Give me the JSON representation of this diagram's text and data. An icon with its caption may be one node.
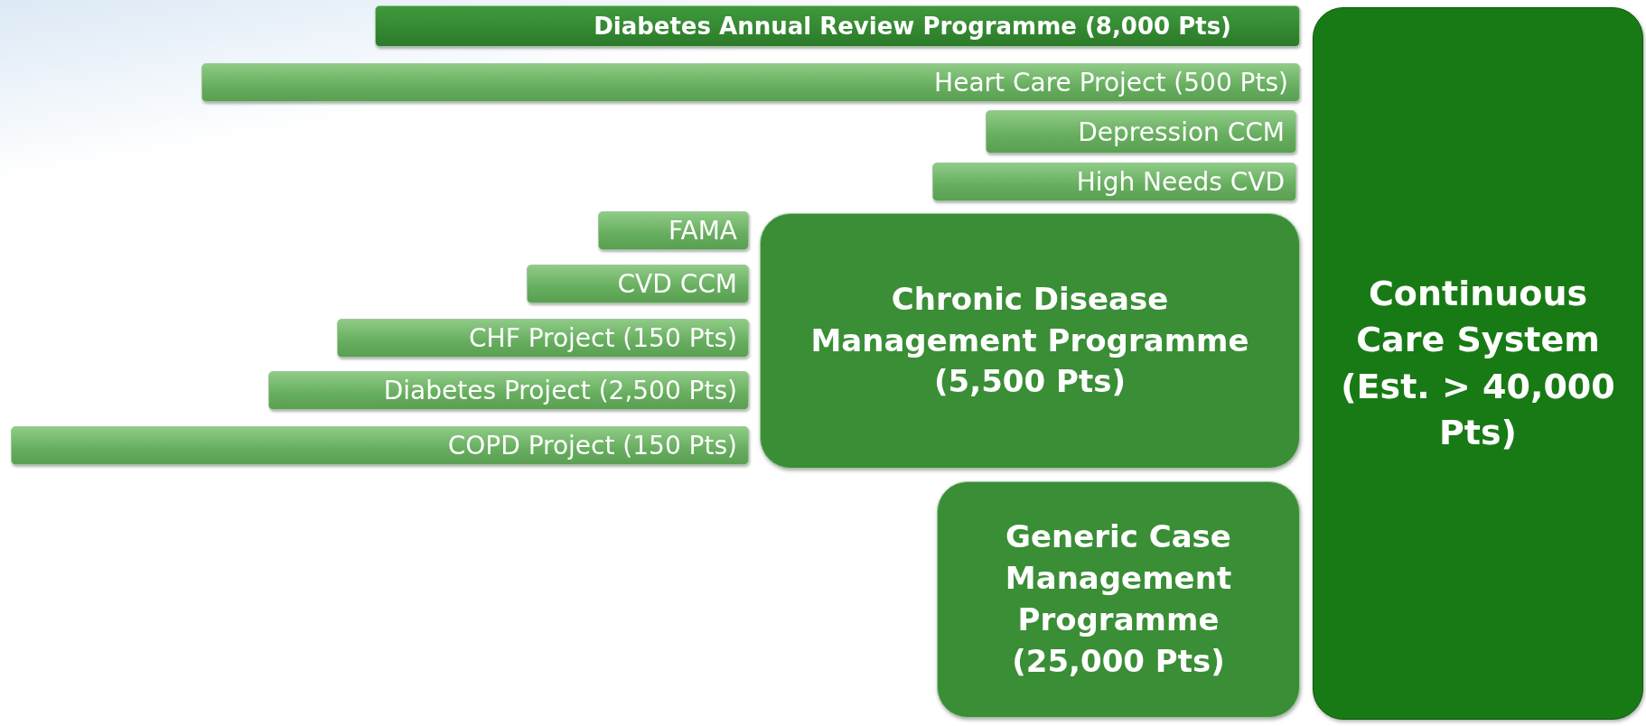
{
  "diagram": {
    "nodes": [
      {
        "text": [
          "Diabetes Annual Review Programme (8,000 Pts)"
        ]
      },
      {
        "text": [
          "Heart Care Project (500 Pts)"
        ]
      },
      {
        "text": [
          "Depression CCM"
        ]
      },
      {
        "text": [
          "High Needs CVD"
        ]
      },
      {
        "text": [
          "FAMA"
        ]
      },
      {
        "text": [
          "CVD CCM"
        ]
      },
      {
        "text": [
          "CHF Project (150 Pts)"
        ]
      },
      {
        "text": [
          "Diabetes Project (2,500 Pts)"
        ]
      },
      {
        "text": [
          "COPD Project (150 Pts)"
        ]
      },
      {
        "text": [
          "Chronic Disease Management Programme (5,500 Pts)"
        ]
      },
      {
        "text": [
          "Generic Case Management Programme (25,000 Pts)"
        ]
      },
      {
        "text": [
          "Continuous Care System (Est. > 40,000 Pts)"
        ]
      }
    ]
  }
}
